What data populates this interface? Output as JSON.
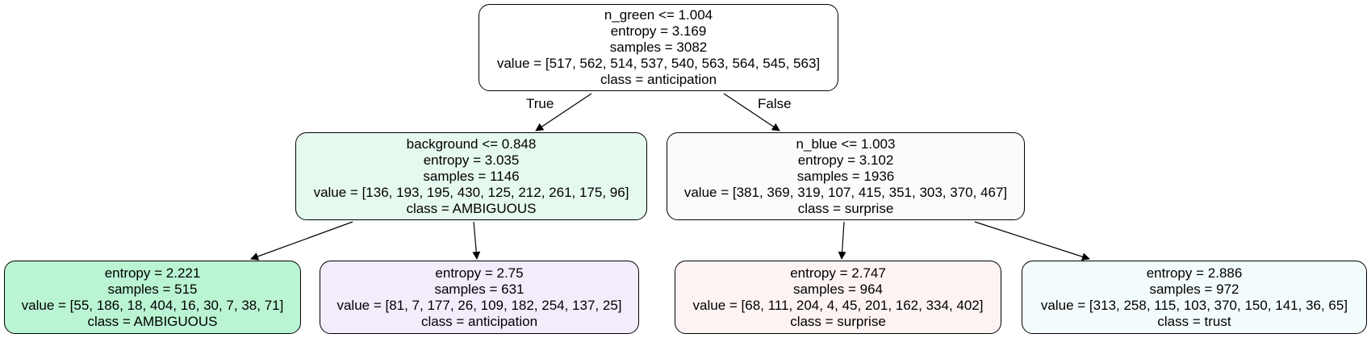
{
  "tree": {
    "nodes": [
      {
        "id": "n0",
        "split": "n_green <= 1.004",
        "entropy": "entropy = 3.169",
        "samples": "samples = 3082",
        "value": "value = [517, 562, 514, 537, 540, 563, 564, 545, 563]",
        "class": "class = anticipation",
        "fill": "#ffffff"
      },
      {
        "id": "n1",
        "split": "background <= 0.848",
        "entropy": "entropy = 3.035",
        "samples": "samples = 1146",
        "value": "value = [136, 193, 195, 430, 125, 212, 261, 175, 96]",
        "class": "class = AMBIGUOUS",
        "fill": "#e6f9ef"
      },
      {
        "id": "n2",
        "split": "n_blue <= 1.003",
        "entropy": "entropy = 3.102",
        "samples": "samples = 1936",
        "value": "value = [381, 369, 319, 107, 415, 351, 303, 370, 467]",
        "class": "class = surprise",
        "fill": "#fcfbf9"
      },
      {
        "id": "n3",
        "split": "",
        "entropy": "entropy = 2.221",
        "samples": "samples = 515",
        "value": "value = [55, 186, 18, 404, 16, 30, 7, 38, 71]",
        "class": "class = AMBIGUOUS",
        "fill": "#baf4d3"
      },
      {
        "id": "n4",
        "split": "",
        "entropy": "entropy = 2.75",
        "samples": "samples = 631",
        "value": "value = [81, 7, 177, 26, 109, 182, 254, 137, 25]",
        "class": "class = anticipation",
        "fill": "#f2ecfb"
      },
      {
        "id": "n5",
        "split": "",
        "entropy": "entropy = 2.747",
        "samples": "samples = 964",
        "value": "value = [68, 111, 204, 4, 45, 201, 162, 334, 402]",
        "class": "class = surprise",
        "fill": "#fdf3f3"
      },
      {
        "id": "n6",
        "split": "",
        "entropy": "entropy = 2.886",
        "samples": "samples = 972",
        "value": "value = [313, 258, 115, 103, 370, 150, 141, 36, 65]",
        "class": "class = trust",
        "fill": "#f3fcfc"
      }
    ],
    "edges": [
      {
        "from": "n0",
        "to": "n1",
        "label": "True"
      },
      {
        "from": "n0",
        "to": "n2",
        "label": "False"
      },
      {
        "from": "n1",
        "to": "n3",
        "label": ""
      },
      {
        "from": "n1",
        "to": "n4",
        "label": ""
      },
      {
        "from": "n2",
        "to": "n5",
        "label": ""
      },
      {
        "from": "n2",
        "to": "n6",
        "label": ""
      }
    ]
  }
}
